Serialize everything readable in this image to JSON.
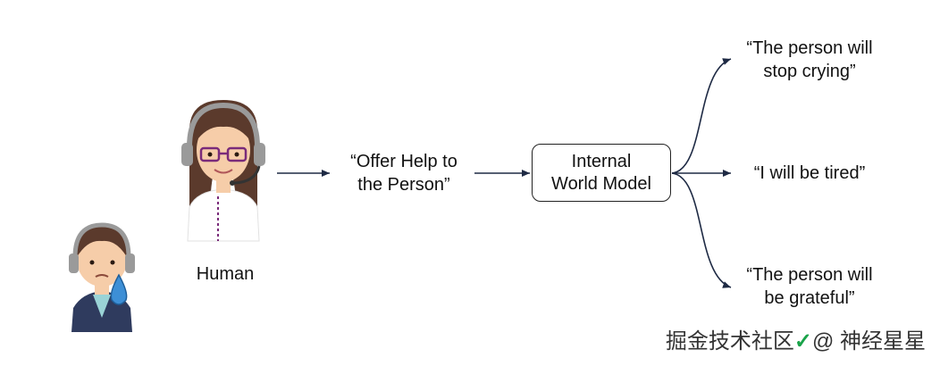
{
  "human_label": "Human",
  "action": {
    "line1": "“Offer Help to",
    "line2": "the Person”"
  },
  "model": {
    "line1": "Internal",
    "line2": "World Model"
  },
  "outcomes": [
    {
      "line1": "“The person will",
      "line2": "stop crying”"
    },
    {
      "line1": "“I will be tired”",
      "line2": ""
    },
    {
      "line1": "“The person will",
      "line2": "be grateful”"
    }
  ],
  "watermark": {
    "text": "掘金技术社区",
    "at": "@ 神经星星"
  },
  "colors": {
    "skin": "#f6cda9",
    "hair": "#5b3a2c",
    "headset": "#9a9a9a",
    "glasses": "#7a2b7a",
    "tear": "#3d8fd6",
    "jacket": "#2f3b5e",
    "shirt": "#ffffff",
    "arrow": "#1e2a44"
  }
}
